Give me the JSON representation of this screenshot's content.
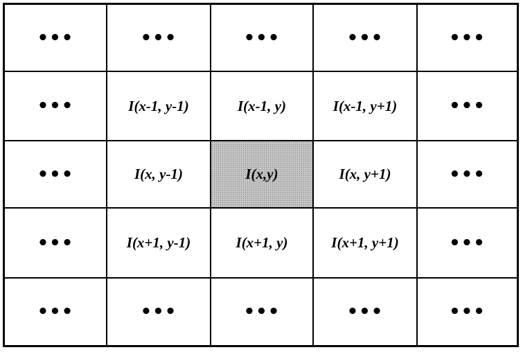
{
  "grid": {
    "rows": [
      [
        "•••",
        "•••",
        "•••",
        "•••",
        "•••"
      ],
      [
        "•••",
        "I(x-1, y-1)",
        "I(x-1, y)",
        "I(x-1, y+1)",
        "•••"
      ],
      [
        "•••",
        "I(x, y-1)",
        "I(x,y)",
        "I(x, y+1)",
        "•••"
      ],
      [
        "•••",
        "I(x+1, y-1)",
        "I(x+1, y)",
        "I(x+1, y+1)",
        "•••"
      ],
      [
        "•••",
        "•••",
        "•••",
        "•••",
        "•••"
      ]
    ],
    "highlight": {
      "row": 2,
      "col": 2,
      "color": "#c8c8c8"
    }
  }
}
